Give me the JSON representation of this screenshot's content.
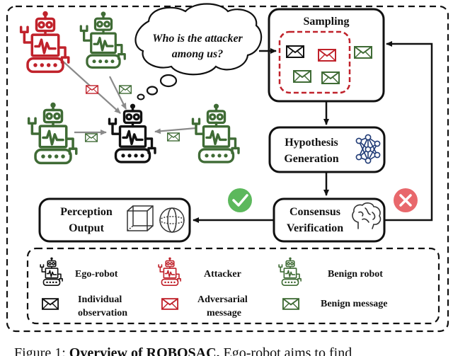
{
  "thought": {
    "line1": "Who is the attacker",
    "line2": "among us?"
  },
  "blocks": {
    "sampling": "Sampling",
    "hypothesis": {
      "line1": "Hypothesis",
      "line2": "Generation"
    },
    "consensus": {
      "line1": "Consensus",
      "line2": "Verification"
    },
    "perception": {
      "line1": "Perception",
      "line2": "Output"
    }
  },
  "legend": {
    "ego": "Ego-robot",
    "attacker": "Attacker",
    "benign_robot": "Benign robot",
    "observation": {
      "line1": "Individual",
      "line2": "observation"
    },
    "adversarial": {
      "line1": "Adversarial",
      "line2": "message"
    },
    "benign_message": "Benign message"
  },
  "caption": {
    "prefix": "Figure 1: ",
    "title": "Overview of ROBOSAC.",
    "rest": " Ego-robot aims to find"
  },
  "icons": [
    "robot-icon",
    "envelope-icon",
    "neural-network-icon",
    "brain-icon",
    "cube-icon",
    "sphere-icon",
    "check-icon",
    "cross-icon"
  ],
  "colors": {
    "attacker": "#c0222b",
    "benign": "#3f6b35",
    "ego": "#111111",
    "check": "#5cb85c",
    "cross": "#e8686c"
  }
}
